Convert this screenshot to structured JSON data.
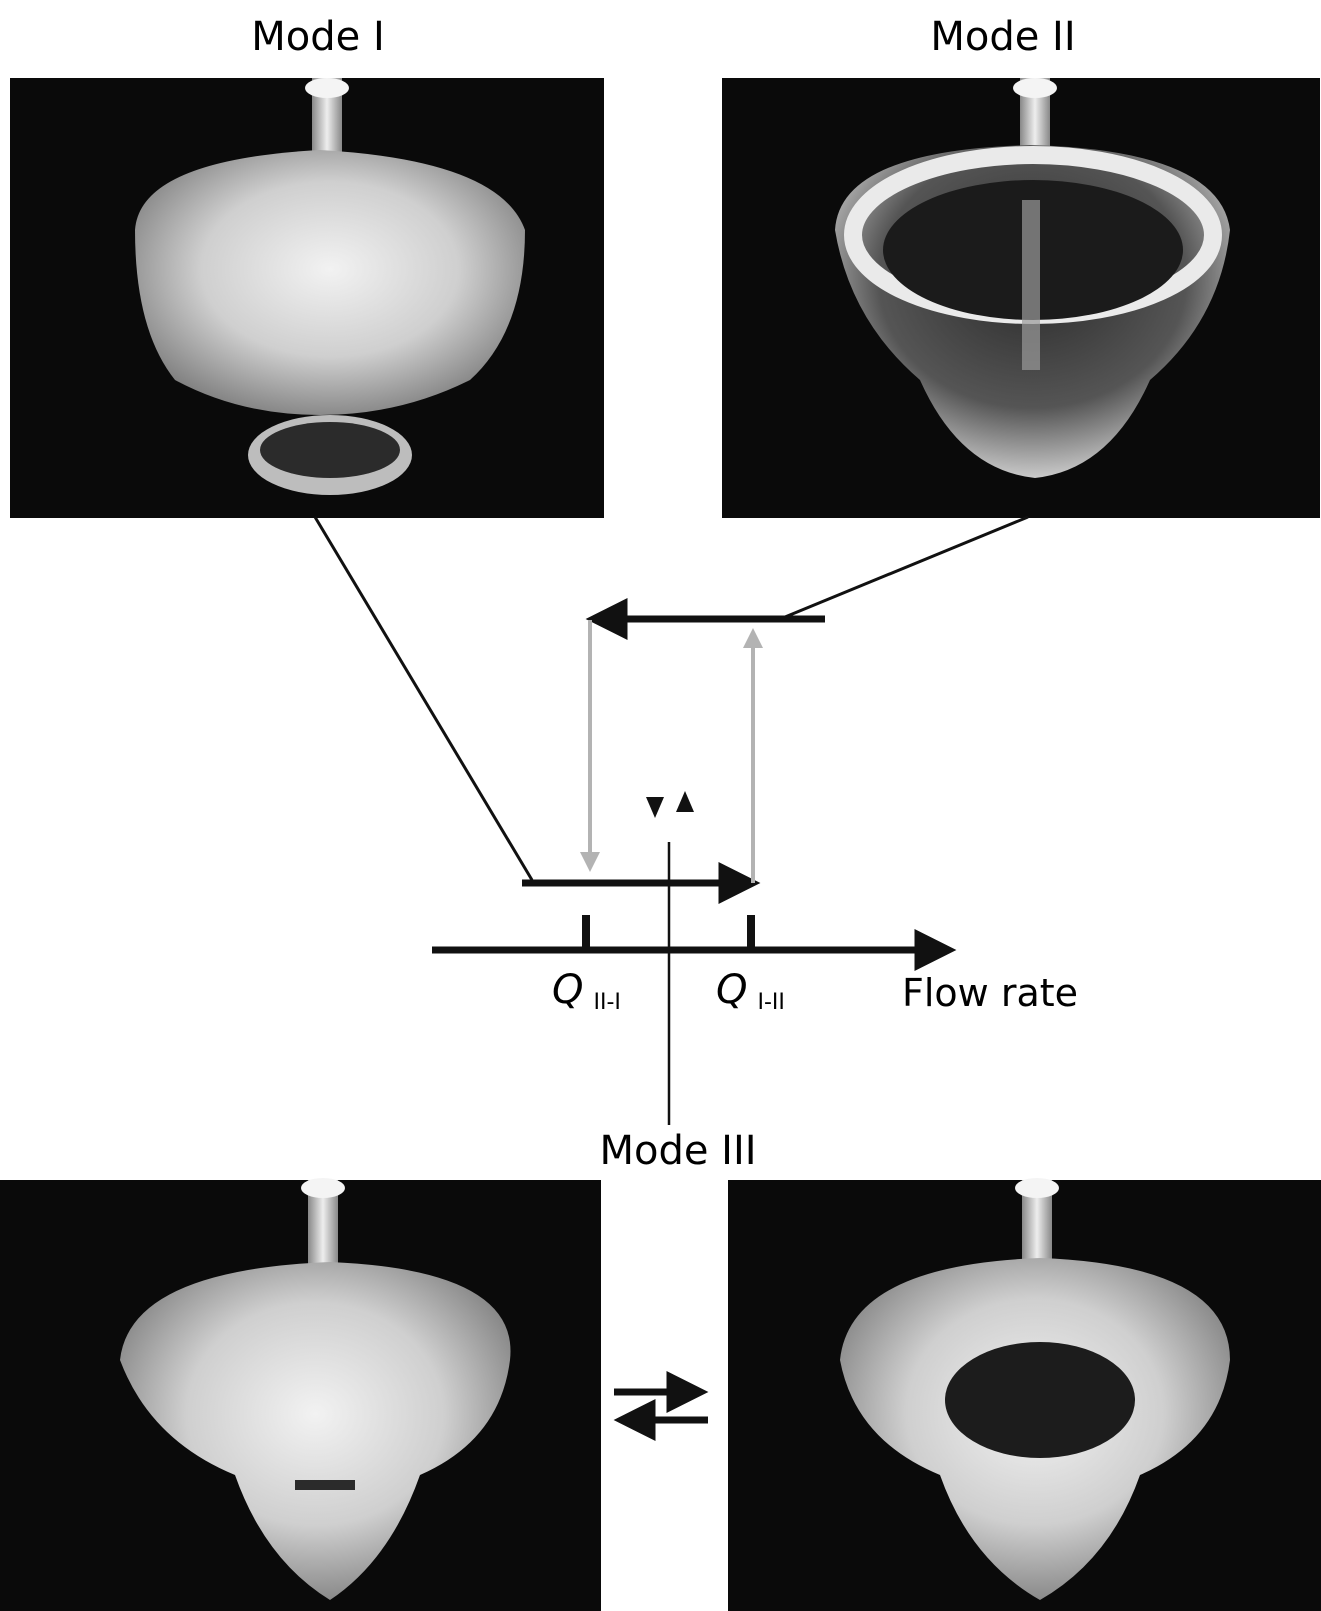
{
  "labels": {
    "mode_1": "Mode I",
    "mode_2": "Mode II",
    "mode_3": "Mode III",
    "flow_rate": "Flow rate",
    "q_low": "Q",
    "q_low_sub": "II-I",
    "q_high": "Q",
    "q_high_sub": "I-II"
  },
  "colors": {
    "photo_background": "#0a0a0a",
    "water_sheet": "#d8d8d8",
    "main_arrow": "#111111",
    "transition_arrow": "#b3b3b3"
  },
  "icons": {
    "exchange": "equilibrium-arrows-icon",
    "markers": "up-down-triangle-icon"
  }
}
